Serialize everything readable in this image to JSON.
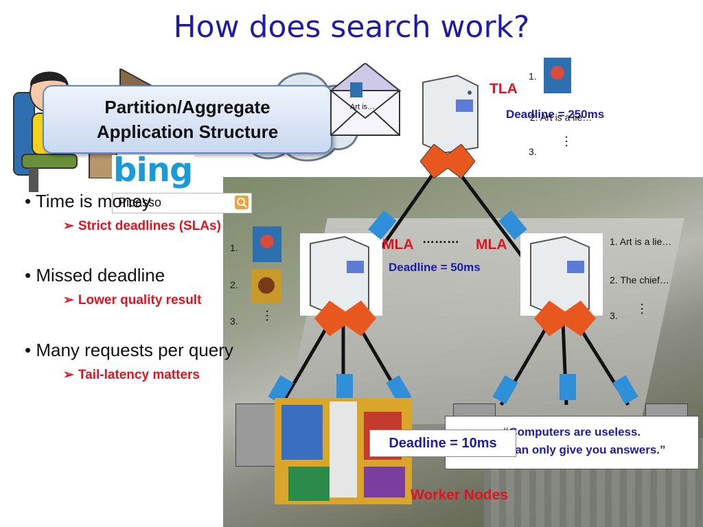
{
  "slide": {
    "title": "How does search work?",
    "structure_box": {
      "line1": "Partition/Aggregate",
      "line2": "Application Structure"
    },
    "bing_logo": "bing",
    "search_query": "Picasso",
    "envelope_text": "Art is…",
    "bullets": [
      {
        "text": "Time is money",
        "sub": "Strict deadlines (SLAs)"
      },
      {
        "text": "Missed deadline",
        "sub": "Lower quality result"
      },
      {
        "text": "Many requests per query",
        "sub": "Tail-latency matters"
      }
    ],
    "tla": {
      "label": "TLA",
      "deadline": "Deadline = 250ms",
      "results": [
        "1.",
        "2. Art is a lie…",
        "3."
      ]
    },
    "mla": {
      "left_label": "MLA",
      "right_label": "MLA",
      "dots": "………",
      "deadline": "Deadline = 50ms"
    },
    "left_results": [
      "1.",
      "2.",
      "3."
    ],
    "right_results": [
      "1. Art is a lie…",
      "2. The chief…",
      "3."
    ],
    "worker": {
      "deadline": "Deadline = 10ms",
      "label": "Worker Nodes"
    },
    "quote": {
      "line1": "“Computers are useless.",
      "line2": "They can only give you answers.”"
    },
    "colors": {
      "title": "#1c1ca8",
      "accent_red": "#e0141e",
      "link_blue": "#1c1ca8",
      "aggregator_orange": "#e8571e",
      "link_node_blue": "#2f8fd8"
    }
  }
}
